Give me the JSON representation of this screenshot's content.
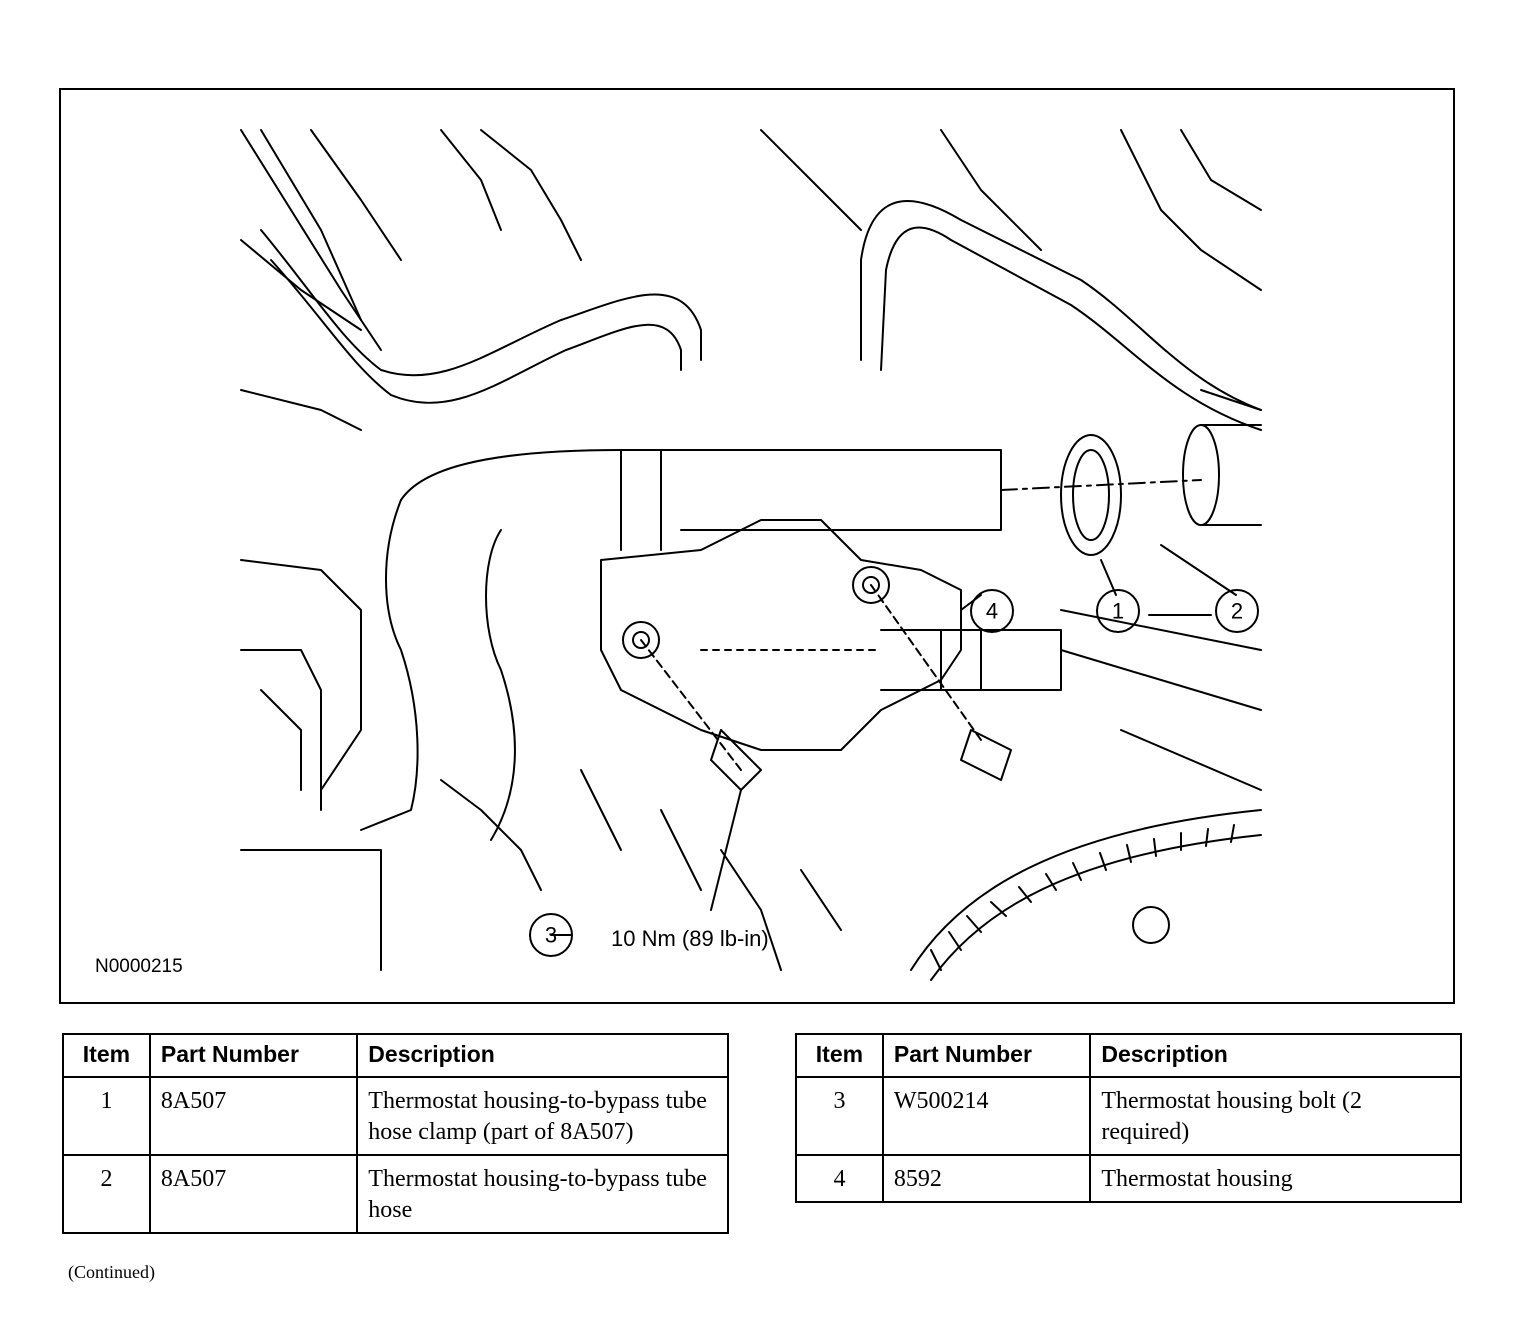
{
  "figure": {
    "id_label": "N0000215",
    "torque_spec": "10 Nm (89 lb-in)",
    "callouts": [
      "1",
      "2",
      "3",
      "4"
    ]
  },
  "tables": {
    "headers": {
      "item": "Item",
      "part_number": "Part Number",
      "description": "Description"
    },
    "left_rows": [
      {
        "item": "1",
        "part_number": "8A507",
        "description": "Thermostat housing-to-bypass tube hose clamp (part of 8A507)"
      },
      {
        "item": "2",
        "part_number": "8A507",
        "description": "Thermostat housing-to-bypass tube hose"
      }
    ],
    "right_rows": [
      {
        "item": "3",
        "part_number": "W500214",
        "description": "Thermostat housing bolt (2 required)"
      },
      {
        "item": "4",
        "part_number": "8592",
        "description": "Thermostat housing"
      }
    ]
  },
  "footer": {
    "continued": "(Continued)"
  }
}
